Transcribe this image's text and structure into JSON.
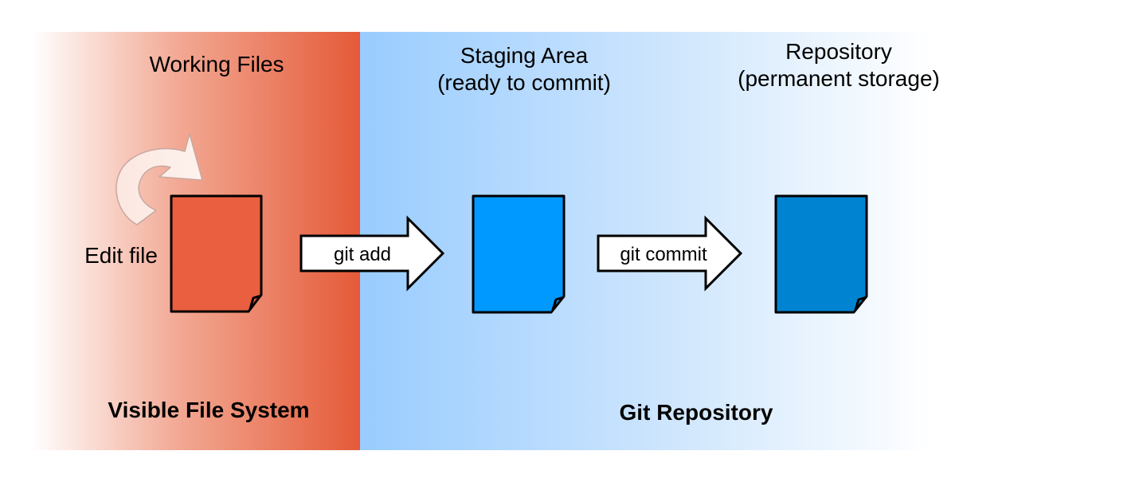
{
  "working": {
    "title": "Working Files",
    "edit_label": "Edit file",
    "footer": "Visible File System",
    "file_color": "#e95f3f",
    "band_color": "#e55a38"
  },
  "staging": {
    "title_line1": "Staging Area",
    "title_line2": "(ready to commit)",
    "file_color": "#0099ff"
  },
  "repository": {
    "title_line1": "Repository",
    "title_line2": "(permanent storage)",
    "file_color": "#0084d1",
    "footer": "Git Repository"
  },
  "arrows": {
    "add_label": "git add",
    "commit_label": "git commit"
  },
  "colors": {
    "git_band_start": "#99ccff",
    "git_band_end": "#ffffff"
  }
}
